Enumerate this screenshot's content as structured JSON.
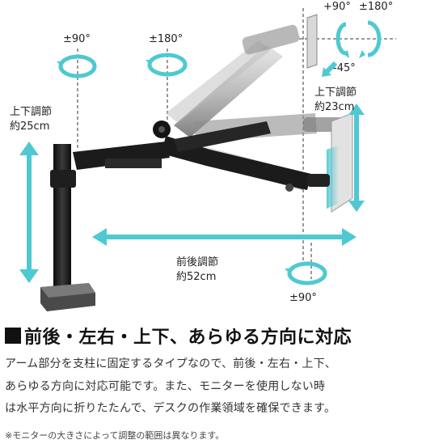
{
  "labels": {
    "rot_90_top": "±90°",
    "rot_180_top": "±180°",
    "monitor_rot_90": "+90°",
    "monitor_rot_180": "±180°",
    "monitor_tilt": "-45°",
    "height_left_line1": "上下調節",
    "height_left_line2": "約25cm",
    "height_right_line1": "上下調節",
    "height_right_line2": "約23cm",
    "depth_line1": "前後調節",
    "depth_line2": "約52cm",
    "rot_90_bottom": "±90°"
  },
  "heading": "前後・左右・上下、あらゆる方向に対応",
  "body_lines": [
    "アーム部分を支柱に固定するタイプなので、前後・左右・上下、",
    "あらゆる方向に対応可能です。また、モニターを使用しない時",
    "は水平方向に折りたたんで、デスクの作業領域を確保できます。"
  ],
  "footnote": "※モニターの大きさによって調整の範囲は異なります。",
  "colors": {
    "accent_teal": "#4ec9d1",
    "arm_black": "#1b1b1b",
    "arm_gray": "#8a8a8a",
    "text": "#222222"
  }
}
